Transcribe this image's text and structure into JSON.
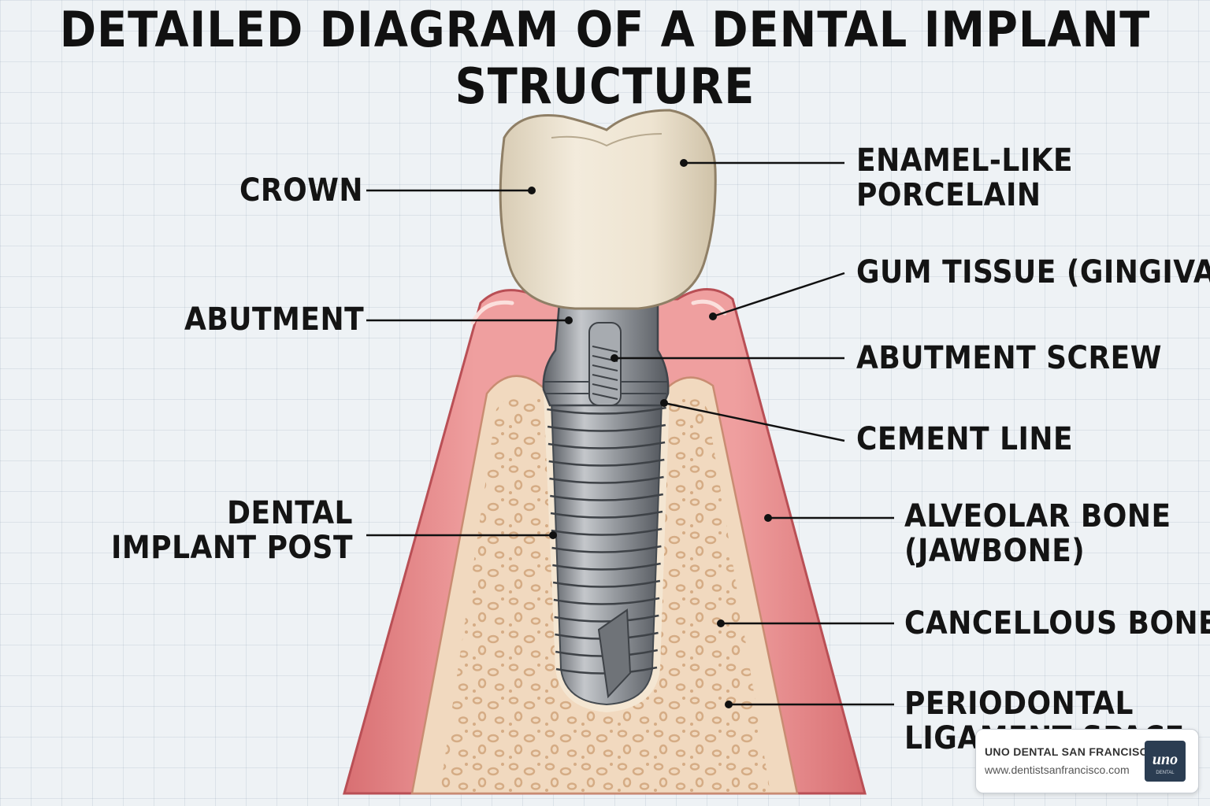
{
  "title": "DETAILED DIAGRAM OF A DENTAL IMPLANT STRUCTURE",
  "labels": {
    "crown": "CROWN",
    "abutment": "ABUTMENT",
    "implant_post": "DENTAL\nIMPLANT POST",
    "enamel": "ENAMEL-LIKE\nPORCELAIN",
    "gum": "GUM TISSUE (GINGIVA)",
    "abutment_screw": "ABUTMENT SCREW",
    "cement_line": "CEMENT LINE",
    "alveolar": "ALVEOLAR BONE\n(JAWBONE)",
    "cancellous": "CANCELLOUS BONE",
    "periodontal": "PERIODONTAL\nLIGAMENT SPACE"
  },
  "badge": {
    "name": "UNO DENTAL SAN FRANCISCO",
    "url": "www.dentistsanfrancisco.com",
    "logo_text": "uno",
    "logo_sub": "DENTAL"
  },
  "colors": {
    "gum": "#e4888a",
    "gum_light": "#f4b7b4",
    "bone": "#f1d9bf",
    "bone_spot": "#d9b48f",
    "crown": "#ece2cf",
    "metal": "#8d9196"
  }
}
